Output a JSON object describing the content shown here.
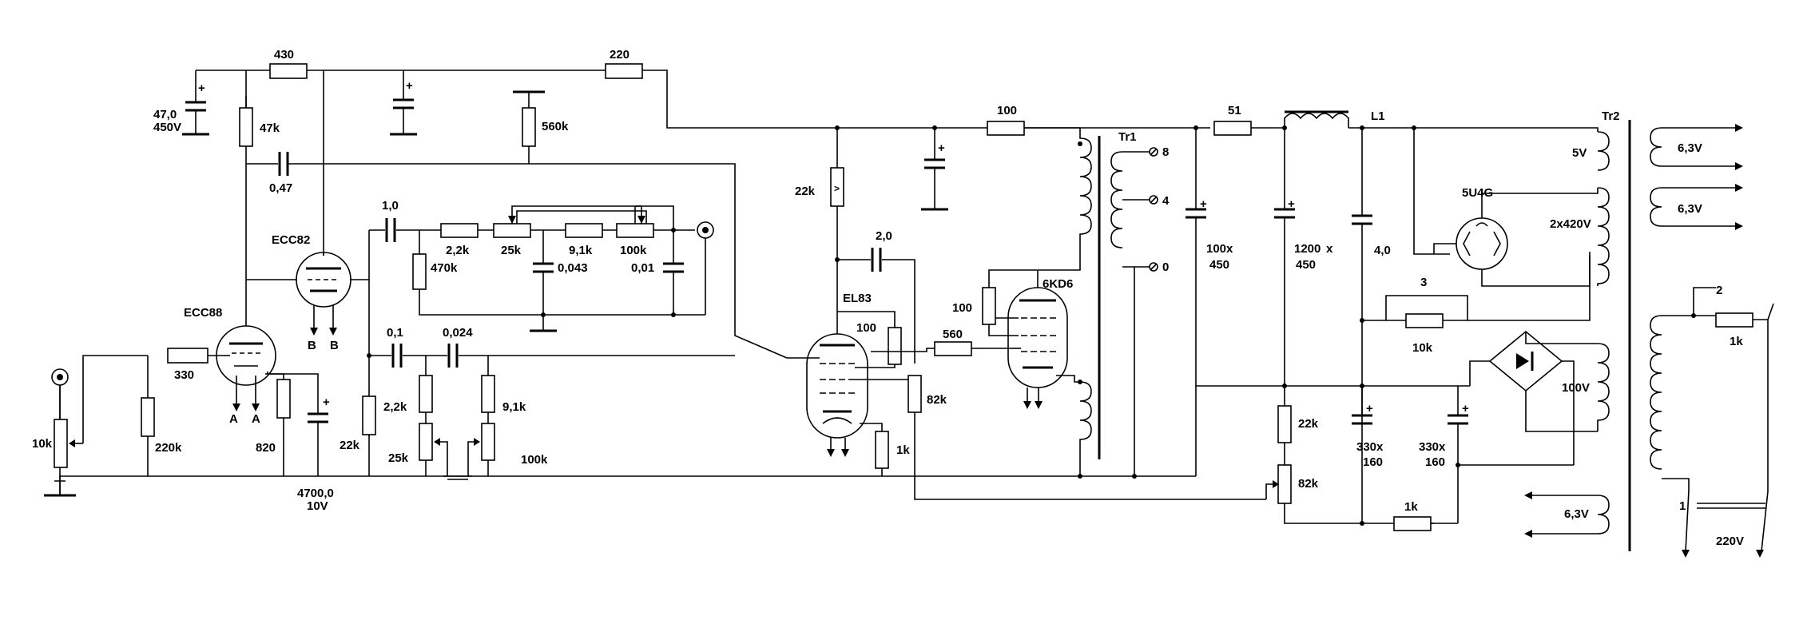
{
  "tubes": {
    "ecc88": "ECC88",
    "ecc82": "ECC82",
    "el83": "EL83",
    "kd6": "6KD6",
    "u4g": "5U4G"
  },
  "labels": {
    "r_430": "430",
    "r_220_top": "220",
    "c_47": "47,0",
    "c_47v": "450V",
    "r_47k": "47k",
    "c_047": "0,47",
    "r_560k": "560k",
    "c_10": "1,0",
    "r_22k_tone": "2,2k",
    "p_25k_top": "25k",
    "r_91k_top": "9,1k",
    "p_100k_top": "100k",
    "r_470k": "470k",
    "c_0043": "0,043",
    "c_001": "0,01",
    "c_01": "0,1",
    "c_0024": "0,024",
    "r_22k_bot": "2,2k",
    "r_91k_bot": "9,1k",
    "p_25k_bot": "25k",
    "p_100k_bot": "100k",
    "r_22k_grid": "22k",
    "r_330": "330",
    "r_220k": "220k",
    "p_10k": "10k",
    "r_820": "820",
    "c_4700": "4700,0",
    "c_4700v": "10V",
    "pin_a1": "A",
    "pin_a2": "A",
    "pin_b1": "B",
    "pin_b2": "B",
    "r_22k_el83": "22k",
    "c_20": "2,0",
    "r_100_el83": "100",
    "r_560": "560",
    "r_82k_el83": "82k",
    "r_1k_el83": "1k",
    "r_100_6kd6": "100",
    "r_100_top": "100",
    "tr1": "Tr1",
    "tap8": "8",
    "tap4": "4",
    "tap0": "0",
    "r_51": "51",
    "l1": "L1",
    "c_100x": "100x",
    "c_100v": "450",
    "c_1200x": "1200",
    "c_1200xx": "x",
    "c_1200v": "450",
    "c_40": "4,0",
    "r_22k_ps": "22k",
    "r_82k_ps": "82k",
    "c_330a": "330x",
    "c_330av": "160",
    "c_330b": "330x",
    "c_330bv": "160",
    "r_1k_ps": "1k",
    "r_10k_ps": "10k",
    "sw3": "3",
    "tr2": "Tr2",
    "v_5v": "5V",
    "v_63a": "6,3V",
    "v_63b": "6,3V",
    "v_2x420": "2x420V",
    "v_100": "100V",
    "v_63c": "6,3V",
    "sw2": "2",
    "r_1k_mains": "1k",
    "sw1": "1",
    "v_220": "220V"
  }
}
